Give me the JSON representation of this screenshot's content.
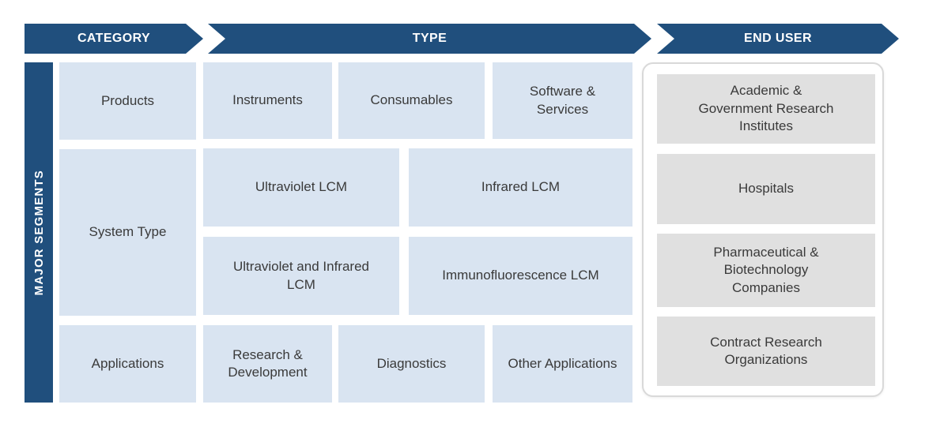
{
  "colors": {
    "dark_blue": "#204F7D",
    "light_blue": "#D9E4F1",
    "gray_box": "#E0E0E0",
    "text_dark": "#3A3A3A",
    "panel_border": "#D9D9D9",
    "background": "#FFFFFF"
  },
  "header": {
    "segments": [
      {
        "label": "CATEGORY"
      },
      {
        "label": "TYPE"
      },
      {
        "label": "END USER"
      }
    ]
  },
  "side_label": "MAJOR SEGMENTS",
  "rows": [
    {
      "category": "Products",
      "types": [
        "Instruments",
        "Consumables",
        "Software & Services"
      ]
    },
    {
      "category": "System Type",
      "types": [
        "Ultraviolet LCM",
        "Infrared LCM",
        "Ultraviolet and Infrared LCM",
        "Immunofluorescence LCM"
      ]
    },
    {
      "category": "Applications",
      "types": [
        "Research & Development",
        "Diagnostics",
        "Other Applications"
      ]
    }
  ],
  "end_users": [
    "Academic & Government Research Institutes",
    "Hospitals",
    "Pharmaceutical & Biotechnology Companies",
    "Contract Research Organizations"
  ]
}
